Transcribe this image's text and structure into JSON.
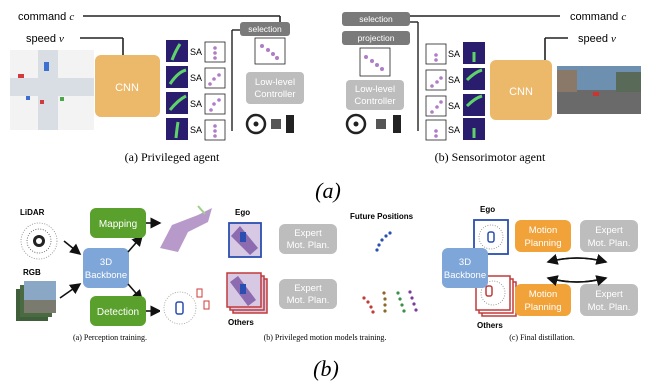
{
  "panel_a": {
    "command_label": "command",
    "command_var": "c",
    "speed_label": "speed",
    "speed_var": "v",
    "cnn": "CNN",
    "sa": "SA",
    "selection": "selection",
    "controller_line1": "Low-level",
    "controller_line2": "Controller",
    "caption": "(a) Privileged agent"
  },
  "panel_b": {
    "command_label": "command",
    "command_var": "c",
    "speed_label": "speed",
    "speed_var": "v",
    "cnn": "CNN",
    "sa": "SA",
    "selection": "selection",
    "projection": "projection",
    "controller_line1": "Low-level",
    "controller_line2": "Controller",
    "caption": "(b) Sensorimotor agent"
  },
  "figure_a_label": "(a)",
  "figure_b_label": "(b)",
  "perception": {
    "lidar": "LiDAR",
    "rgb": "RGB",
    "backbone_line1": "3D",
    "backbone_line2": "Backbone",
    "mapping": "Mapping",
    "detection": "Detection",
    "caption": "(a) Perception training."
  },
  "motion": {
    "ego": "Ego",
    "others": "Others",
    "expert_line1": "Expert",
    "expert_line2": "Mot. Plan.",
    "future": "Future Positions",
    "caption": "(b) Privileged motion models training."
  },
  "distill": {
    "ego": "Ego",
    "others": "Others",
    "backbone_line1": "3D",
    "backbone_line2": "Backbone",
    "motion_line1": "Motion",
    "motion_line2": "Planning",
    "expert_line1": "Expert",
    "expert_line2": "Mot. Plan.",
    "caption": "(c) Final distillation."
  },
  "colors": {
    "cnn": "#ecb86a",
    "gray_box": "#bdbdbd",
    "dark_box": "#7a7a7a",
    "green": "#5aa02c",
    "blue": "#7ea6d8",
    "orange": "#f1a33a",
    "heatmap": "#2b1d6e",
    "heat_hot": "#5fd36a",
    "waypoint": "#b07cc6"
  }
}
